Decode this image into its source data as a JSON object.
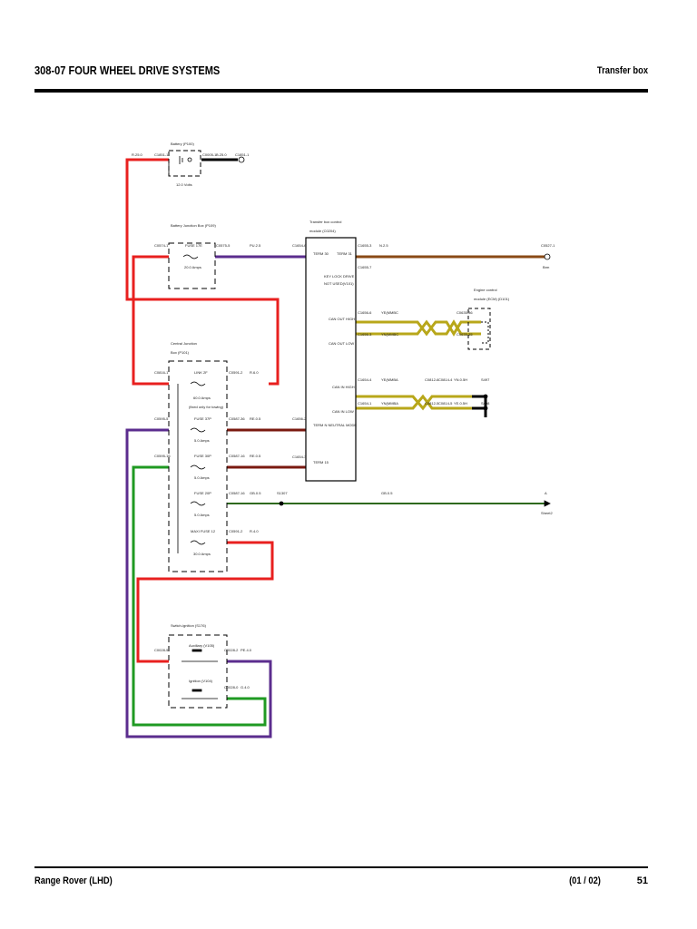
{
  "header": {
    "title": "308-07 FOUR WHEEL DRIVE SYSTEMS",
    "section": "Transfer box"
  },
  "footer": {
    "vehicle": "Range Rover (LHD)",
    "sheet": "(01 / 02)",
    "page": "51"
  },
  "colors": {
    "red": "#e8201f",
    "purple": "#5b2d8e",
    "green": "#1f9a22",
    "brown": "#8a4a16",
    "dark_red": "#7a1a10",
    "dark_green": "#2e6a1e",
    "yellow": "#b8a71a",
    "black": "#000000"
  },
  "components": {
    "battery": {
      "name": "Battery (P100)",
      "voltage": "12.0 Volts",
      "c_left": "C1851-1",
      "c_right": "C0005-1",
      "wire_left": "R.25.0",
      "wire_right": "B.25.0",
      "ground": "C1851-1"
    },
    "bjb": {
      "name": "Battery Junction Box (P109)",
      "c_in": "C0574-1",
      "fuse": "FUSE 17E",
      "rating": "20.0 Amps",
      "c_out": "C0575-5",
      "wire": "PU.2.5",
      "c_tcm": "C1654-6"
    },
    "tcm": {
      "name_line1": "Transfer box control",
      "name_line2": "module (C0204)",
      "term30": "TERM 30",
      "term31": "TERM 31",
      "keylock_line1": "KEY LOCK DRIVE",
      "keylock_line2": "NOT USED(V101)",
      "can_out_high": "CAN OUT HIGH",
      "can_out_low": "CAN OUT LOW",
      "can_in_high": "CAN IN HIGH",
      "can_in_low": "CAN IN LOW",
      "neutral": "TERM N NEUTRAL MODE",
      "term15": "TERM 15",
      "c_term31": "C1655-3",
      "wire_term31": "N.2.5",
      "c_keylock": "C1655-7",
      "c_canout_h": "C1656-6",
      "c_canout_l": "C1656-3",
      "w_canout_h": "YE(MMBC",
      "w_canout_l": "YN(MMBC",
      "c_canin_h": "C1654-4",
      "c_canin_l": "C1654-1",
      "w_canin_h": "YE(MMBA",
      "w_canin_l": "YN(MMBA",
      "c_neutral": "C1656-2",
      "c_term15": "C1654-3"
    },
    "ecm": {
      "name_line1": "Engine control",
      "name_line2": "module (ECM) (D101)",
      "c_high": "C0635-36",
      "c_low": "C0635-35"
    },
    "can_in": {
      "c1": "C0812-6",
      "c1b": "C0814-4",
      "c2": "C0812-5",
      "c2b": "C0814-5",
      "w1": "YN.0.5H",
      "w2": "YE.0.5H",
      "s1": "S497",
      "s2": "S498"
    },
    "ground": {
      "c": "C0527-1",
      "label": "Brm"
    },
    "cjb": {
      "name_line1": "Central Junction",
      "name_line2": "Box (P101)",
      "link": "LINK 2F",
      "link_rating": "60.0 Amps",
      "link_note": "(fixed only for towing)",
      "c_link_in": "C0816-1",
      "c_link_out": "C0591-2",
      "w_link_out": "R.6.0",
      "fuse37": "FUSE 37P",
      "fuse37_rating": "5.0 Amps",
      "c_f37_in": "C0595-5",
      "c_f37_out": "C0587-36",
      "w_f37": "RE.0.5",
      "fuse30": "FUSE 30P",
      "fuse30_rating": "5.0 Amps",
      "c_f30_in": "C0595-16",
      "c_f30_out": "C0587-16",
      "w_f30": "RE.0.5",
      "fuse20": "FUSE 20P",
      "fuse20_rating": "5.0 Amps",
      "c_f20_out": "C0587-16",
      "w_f20": "GB.0.5",
      "splice": "S1307",
      "w_splice": "GB.0.5",
      "dest": "A",
      "dest_label": "Sheet2",
      "maxi": "MAXI FUSE 12",
      "maxi_rating": "30.0 Amps",
      "c_maxi_out": "C0591-2",
      "w_maxi": "R.4.0"
    },
    "ignition": {
      "name": "Switch-ignition (S176)",
      "aux": "Auxiliary (V105)",
      "ign": "Ignition (V104)",
      "c_in": "C0028-5",
      "c_aux": "C0028-2",
      "w_aux": "PE.4.0",
      "c_ign": "C0028-0",
      "w_ign": "G.4.0"
    }
  }
}
